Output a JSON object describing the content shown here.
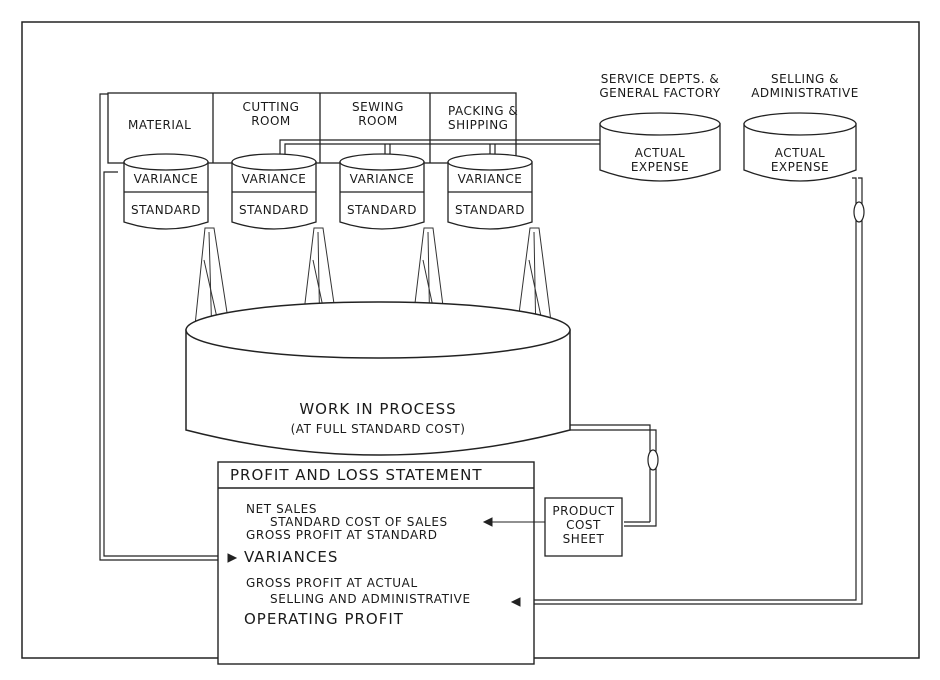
{
  "departments": [
    {
      "name": "MATERIAL",
      "variance": "VARIANCE",
      "standard": "STANDARD"
    },
    {
      "name": "CUTTING\nROOM",
      "variance": "VARIANCE",
      "standard": "STANDARD"
    },
    {
      "name": "SEWING\nROOM",
      "variance": "VARIANCE",
      "standard": "STANDARD"
    },
    {
      "name": "PACKING &\nSHIPPING",
      "variance": "VARIANCE",
      "standard": "STANDARD"
    }
  ],
  "expense_tanks": [
    {
      "title": "SERVICE DEPTS. &\nGENERAL FACTORY",
      "body": "ACTUAL\nEXPENSE"
    },
    {
      "title": "SELLING &\nADMINISTRATIVE",
      "body": "ACTUAL\nEXPENSE"
    }
  ],
  "wip": {
    "line1": "WORK IN PROCESS",
    "line2": "(AT FULL STANDARD COST)"
  },
  "pl": {
    "title": "PROFIT AND LOSS STATEMENT",
    "net_sales": "NET SALES",
    "std_cost": "STANDARD COST OF SALES",
    "gross_std": "GROSS PROFIT AT STANDARD",
    "variances": "VARIANCES",
    "gross_actual": "GROSS PROFIT AT ACTUAL",
    "sell_admin": "SELLING AND ADMINISTRATIVE",
    "operating": "OPERATING PROFIT"
  },
  "product_cost_sheet": "PRODUCT\nCOST\nSHEET"
}
